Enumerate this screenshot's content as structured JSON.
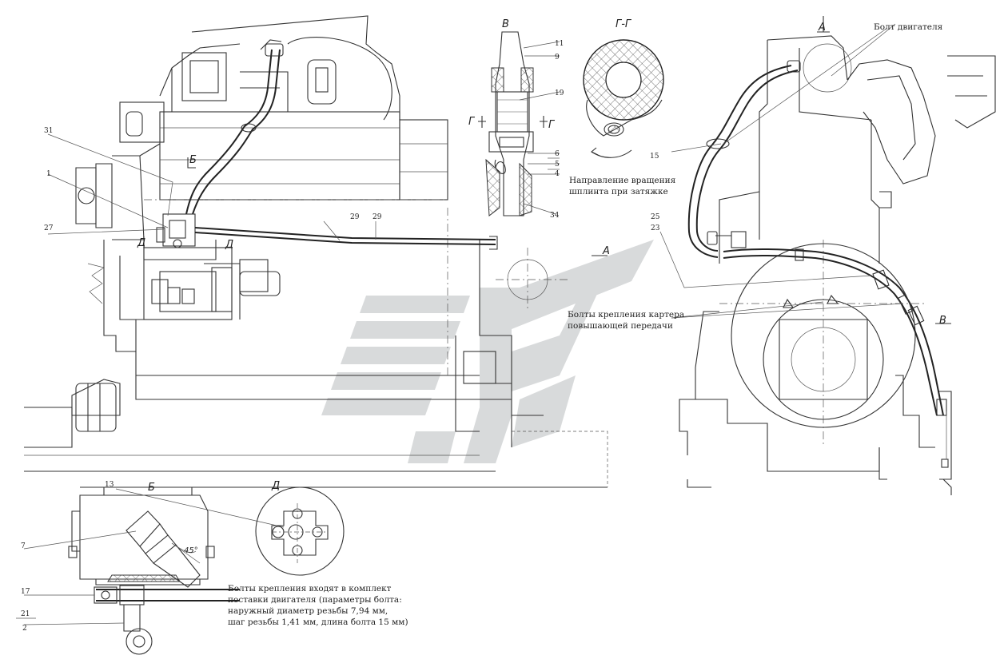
{
  "notes": {
    "engine_bolt": "Болт двигателя",
    "rotation_line1": "Направление вращения",
    "rotation_line2": "шплинта при затяжке",
    "gearbox_line1": "Болты крепления картера",
    "gearbox_line2": "повышающей передачи",
    "supply_line1": "Болты крепления входят в комплект",
    "supply_line2": "поставки двигателя (параметры болта:",
    "supply_line3": "наружный диаметр резьбы 7,94 мм,",
    "supply_line4": "шаг резьбы 1,41 мм, длина болта 15 мм)"
  },
  "views": {
    "a_top": "А",
    "a_mid": "А",
    "b_main": "Б",
    "b_detail": "Б",
    "v_top": "В",
    "v_right": "В",
    "g_section": "Г-Г",
    "g_left": "Г",
    "g_right": "Г",
    "d_main_left": "Д",
    "d_main_right": "Д",
    "d_detail": "Д",
    "angle": "45°"
  },
  "callouts": {
    "c31": "31",
    "c1": "1",
    "c27": "27",
    "c29a": "29",
    "c29b": "29",
    "c11": "11",
    "c9": "9",
    "c19": "19",
    "c6": "6",
    "c5": "5",
    "c4": "4",
    "c34": "34",
    "c15": "15",
    "c25": "25",
    "c23": "23",
    "c13": "13",
    "c7": "7",
    "c17": "17",
    "c21": "21",
    "c2": "2"
  }
}
